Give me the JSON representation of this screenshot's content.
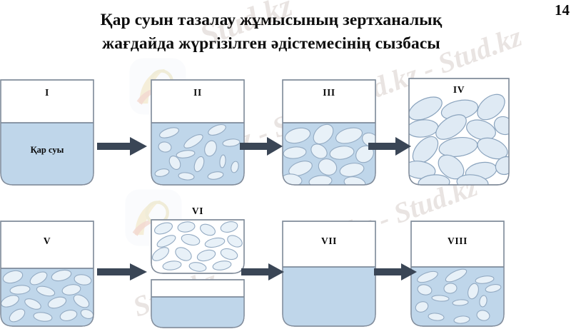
{
  "page": {
    "number": "14",
    "background": "#ffffff"
  },
  "title": {
    "line1": "Қар суын тазалау жұмысының зертханалық",
    "line2": "жағдайда жүргізілген әдістемесінің сызбасы"
  },
  "watermark": {
    "text_1": "Stud.kz",
    "text_2": "Stud.kz - Stud.kz",
    "text_3": "Stud.kz - Stud.kz",
    "text_4": "Stud.kz - Stud.kz",
    "text_5": "Stud.kz",
    "color": "#b9a8a0"
  },
  "colors": {
    "liquid": "#bfd6ea",
    "beaker_outline": "#808b9a",
    "particle_fill": "#e8f1f8",
    "particle_outline": "#93aac2",
    "arrow": "#3a4656"
  },
  "diagram": {
    "rows": [
      {
        "name": "row-1",
        "stages": [
          {
            "id": "I",
            "label": "I",
            "liquid_label": "Қар суы",
            "fill_level": "partial",
            "particles": "none"
          },
          {
            "id": "II",
            "label": "II",
            "liquid_label": "",
            "fill_level": "partial",
            "particles": "small"
          },
          {
            "id": "III",
            "label": "III",
            "liquid_label": "",
            "fill_level": "partial",
            "particles": "medium"
          },
          {
            "id": "IV",
            "label": "IV",
            "liquid_label": "",
            "fill_level": "full",
            "particles": "large"
          }
        ],
        "arrows": 3
      },
      {
        "name": "row-2",
        "stages": [
          {
            "id": "V",
            "label": "V",
            "liquid_label": "",
            "fill_level": "partial",
            "particles": "medium-small"
          },
          {
            "id": "VI",
            "label": "VI",
            "liquid_label": "",
            "fill_level": "split",
            "particles": "separated"
          },
          {
            "id": "VII",
            "label": "VII",
            "liquid_label": "",
            "fill_level": "partial",
            "particles": "none"
          },
          {
            "id": "VIII",
            "label": "VIII",
            "liquid_label": "",
            "fill_level": "partial",
            "particles": "small"
          }
        ],
        "arrows": 3
      }
    ]
  }
}
